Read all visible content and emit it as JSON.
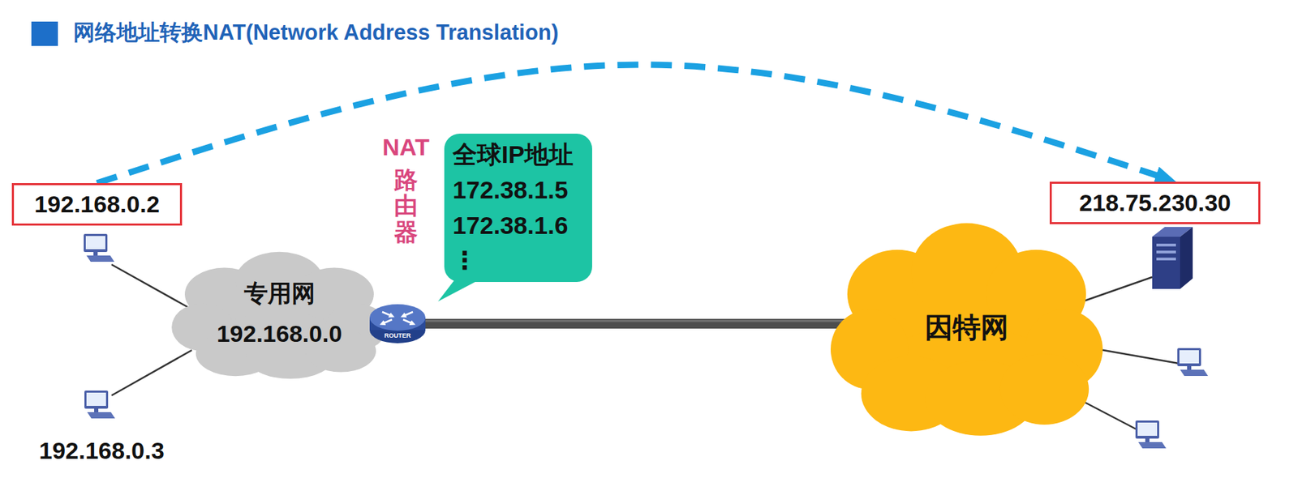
{
  "diagram": {
    "title": "网络地址转换NAT(Network Address Translation)",
    "nodes": [
      {
        "text": [
          "192.168.0.2"
        ]
      },
      {
        "text": [
          "全球IP地址",
          "172.38.1.5",
          "172.38.1.6",
          "⋮"
        ]
      },
      {
        "text": [
          "218.75.230.30"
        ]
      },
      {
        "text": [
          "专用网",
          "192.168.0.0"
        ]
      },
      {
        "text": [
          "因特网"
        ]
      }
    ],
    "edges": [
      {
        "from": 0,
        "to": 2,
        "arrow": "to"
      }
    ],
    "labels": [
      "NAT",
      "路由器",
      "ROUTER",
      "192.168.0.3"
    ]
  }
}
